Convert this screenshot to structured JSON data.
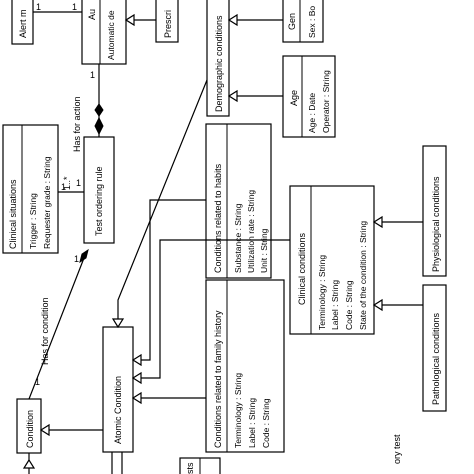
{
  "classes": {
    "alert": {
      "name": "Alert m"
    },
    "automatic_dec": {
      "name": "Au",
      "attr1": "Automatic de"
    },
    "prescri": {
      "name": "Prescri"
    },
    "gender": {
      "name": "Gen",
      "attr1": "Sex : Bo"
    },
    "demographic": {
      "name": "Demographic conditions"
    },
    "age": {
      "name": "Age",
      "attr1": "Age : Date",
      "attr2": "Operator : String"
    },
    "clinical_situations": {
      "name": "Clinical situations",
      "attr1": "Trigger : String",
      "attr2": "Requester grade : String"
    },
    "test_ordering_rule": {
      "name": "Test ordering rule"
    },
    "habits": {
      "name": "Conditions related to habits",
      "attr1": "Substance : String",
      "attr2": "Utilization rate : String",
      "attr3": "Unit : String"
    },
    "physiological": {
      "name": "Physiological conditions"
    },
    "clinical_conditions": {
      "name": "Clinical conditions",
      "attr1": "Terminology : String",
      "attr2": "Label : String",
      "attr3": "Code : String",
      "attr4": "State of the condition : String"
    },
    "pathological": {
      "name": "Pathological conditions"
    },
    "family_history": {
      "name": "Conditions related to family history",
      "attr1": "Terminology : String",
      "attr2": "Label : String",
      "attr3": "Code : String"
    },
    "atomic_condition": {
      "name": "Atomic Condition"
    },
    "condition": {
      "name": "Condition"
    },
    "tests": {
      "name": "sts"
    },
    "ory_test": {
      "name": "ory test"
    }
  },
  "labels": {
    "has_for_action": "Has for action",
    "has_for_condition": "Has for condition",
    "mult_1a": "1",
    "mult_1b": "1",
    "mult_1c": "1",
    "mult_1d": "1",
    "mult_1e": "1",
    "mult_1f": "1",
    "mult_1g": "1",
    "mult_1star": "1..*"
  }
}
